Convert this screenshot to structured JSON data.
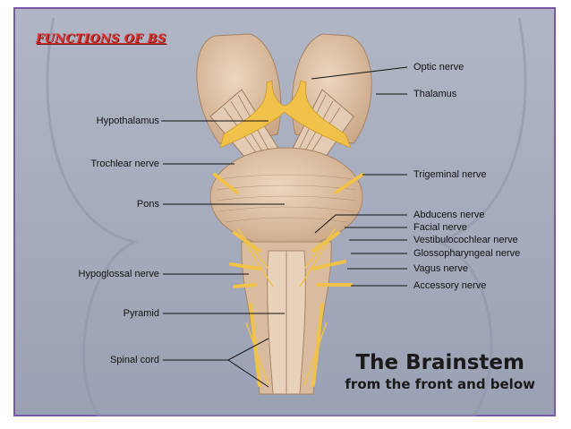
{
  "heading": "FUNCTIONS OF BS",
  "title_main": "The Brainstem",
  "title_sub": "from the front and below",
  "colors": {
    "frame": "#7a5aa8",
    "background": "#a3a9bb",
    "heading": "#d8302c",
    "tissue": "#dcc0a4",
    "nerve": "#f0c24a"
  },
  "labels_right": [
    "Optic nerve",
    "Thalamus",
    "Trigeminal nerve",
    "Abducens nerve",
    "Facial nerve",
    "Vestibulocochlear nerve",
    "Glossopharyngeal nerve",
    "Vagus nerve",
    "Accessory nerve"
  ],
  "labels_left": [
    "Hypothalamus",
    "Trochlear nerve",
    "Pons",
    "Hypoglossal nerve",
    "Pyramid",
    "Spinal cord"
  ]
}
